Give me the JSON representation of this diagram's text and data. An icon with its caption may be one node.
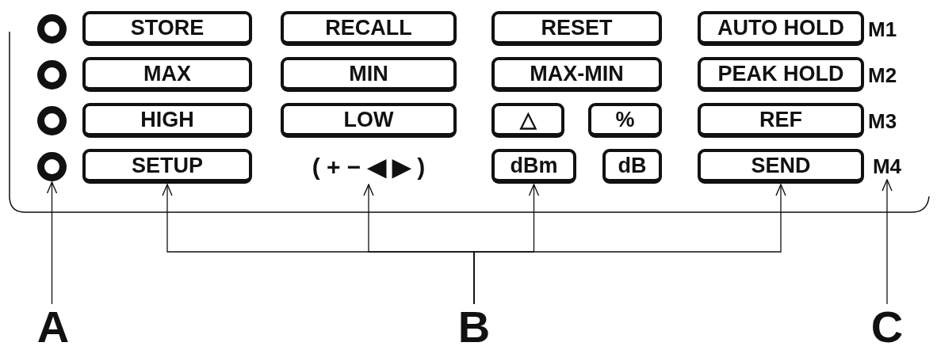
{
  "diagram": {
    "nodes": [
      {
        "text": [],
        "shape": "circle"
      },
      {
        "text": [
          "STORE"
        ]
      },
      {
        "text": [
          "RECALL"
        ]
      },
      {
        "text": [
          "RESET"
        ]
      },
      {
        "text": [
          "AUTO HOLD"
        ]
      },
      {
        "text": [],
        "shape": "circle"
      },
      {
        "text": [
          "MAX"
        ]
      },
      {
        "text": [
          "MIN"
        ]
      },
      {
        "text": [
          "MAX-MIN"
        ]
      },
      {
        "text": [
          "PEAK HOLD"
        ]
      },
      {
        "text": [],
        "shape": "circle"
      },
      {
        "text": [
          "HIGH"
        ]
      },
      {
        "text": [
          "LOW"
        ]
      },
      {
        "text": [
          "△"
        ]
      },
      {
        "text": [
          "%"
        ]
      },
      {
        "text": [
          "REF"
        ]
      },
      {
        "text": [],
        "shape": "circle"
      },
      {
        "text": [
          "SETUP"
        ]
      },
      {
        "text": [
          "( + − ◀ ▶ )"
        ]
      },
      {
        "text": [
          "dBm"
        ]
      },
      {
        "text": [
          "dB"
        ]
      },
      {
        "text": [
          "SEND"
        ]
      },
      {
        "text": [
          "M4"
        ]
      },
      {
        "text": [
          "A"
        ]
      },
      {
        "text": [
          "B"
        ]
      },
      {
        "text": [
          "C"
        ]
      }
    ],
    "edges": [
      {
        "from": 23,
        "to": 16,
        "arrow": "to"
      },
      {
        "from": 24,
        "to": 17,
        "arrow": "to"
      },
      {
        "from": 24,
        "to": 18,
        "arrow": "to"
      },
      {
        "from": 24,
        "to": 19,
        "arrow": "to"
      },
      {
        "from": 24,
        "to": 21,
        "arrow": "to"
      },
      {
        "from": 25,
        "to": 22,
        "arrow": "to"
      }
    ],
    "labels": [
      "M1",
      "M2",
      "M3"
    ]
  }
}
